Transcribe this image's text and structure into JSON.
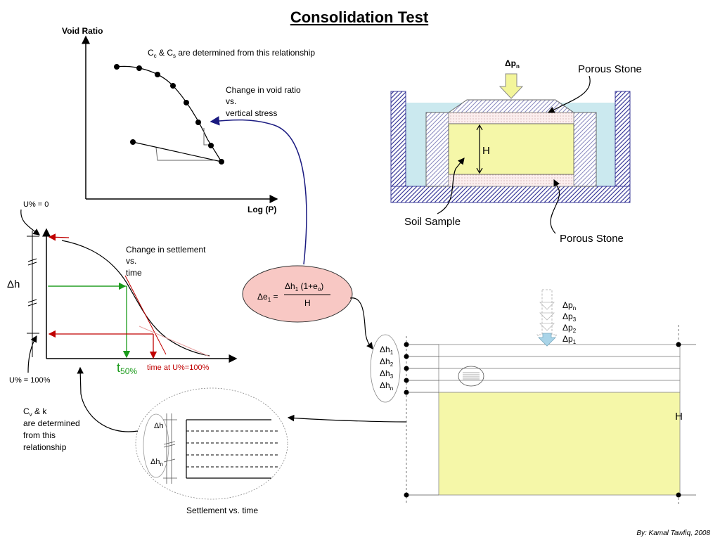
{
  "title": "Consolidation Test",
  "void_ratio_plot": {
    "ylabel": "Void Ratio",
    "xlabel": "Log (P)",
    "note_prefix": "C",
    "note_sub1": "c",
    "note_mid": " & C",
    "note_sub2": "s",
    "note_suffix": " are determined from this relationship",
    "change_line1": "Change in void ratio",
    "change_line2": "vs.",
    "change_line3": "vertical stress"
  },
  "apparatus": {
    "load_delta": "Δp",
    "load_sub": "n",
    "porous_top": "Porous Stone",
    "porous_bottom": "Porous Stone",
    "soil_sample": "Soil Sample",
    "height": "H"
  },
  "settlement_plot": {
    "u0": "U% = 0",
    "u100": "U% = 100%",
    "dh": "Δh",
    "change_line1": "Change in settlement",
    "change_line2": "vs.",
    "change_line3": "time",
    "t50_main": "t",
    "t50_sub": "50%",
    "time_u100": "time at U%=100%"
  },
  "equation": {
    "lhs": "Δe",
    "lhs_sub": "1",
    "lhs_eq": " =",
    "num_a": "Δh",
    "num_sub": "1",
    "num_b": " (1+e",
    "num_sub2": "o",
    "num_c": ")",
    "den": "H"
  },
  "cv_note": {
    "line1_a": "C",
    "line1_sub": "v",
    "line1_b": " & k",
    "line2": "are determined",
    "line3": "from this",
    "line4": "relationship"
  },
  "layers": {
    "labels": [
      {
        "main": "Δh",
        "sub": "1"
      },
      {
        "main": "Δh",
        "sub": "2"
      },
      {
        "main": "Δh",
        "sub": "3"
      },
      {
        "main": "Δh",
        "sub": "n"
      }
    ],
    "loads": [
      {
        "main": "Δp",
        "sub": "n"
      },
      {
        "main": "Δp",
        "sub": "3"
      },
      {
        "main": "Δp",
        "sub": "2"
      },
      {
        "main": "Δp",
        "sub": "1"
      }
    ],
    "height": "H"
  },
  "settlement_inset": {
    "dh_top": "Δh",
    "dh_bottom_main": "Δh",
    "dh_bottom_sub": "n",
    "caption": "Settlement vs. time"
  },
  "credit": "By: Kamal Tawfiq, 2008",
  "colors": {
    "soil": "#f5f7a8",
    "water": "#cbe9ef",
    "hatch": "#3b3b9a",
    "equation_fill": "#f8c8c4",
    "green": "#1a9a1a",
    "red": "#c00000",
    "navy": "#1a1a80"
  }
}
